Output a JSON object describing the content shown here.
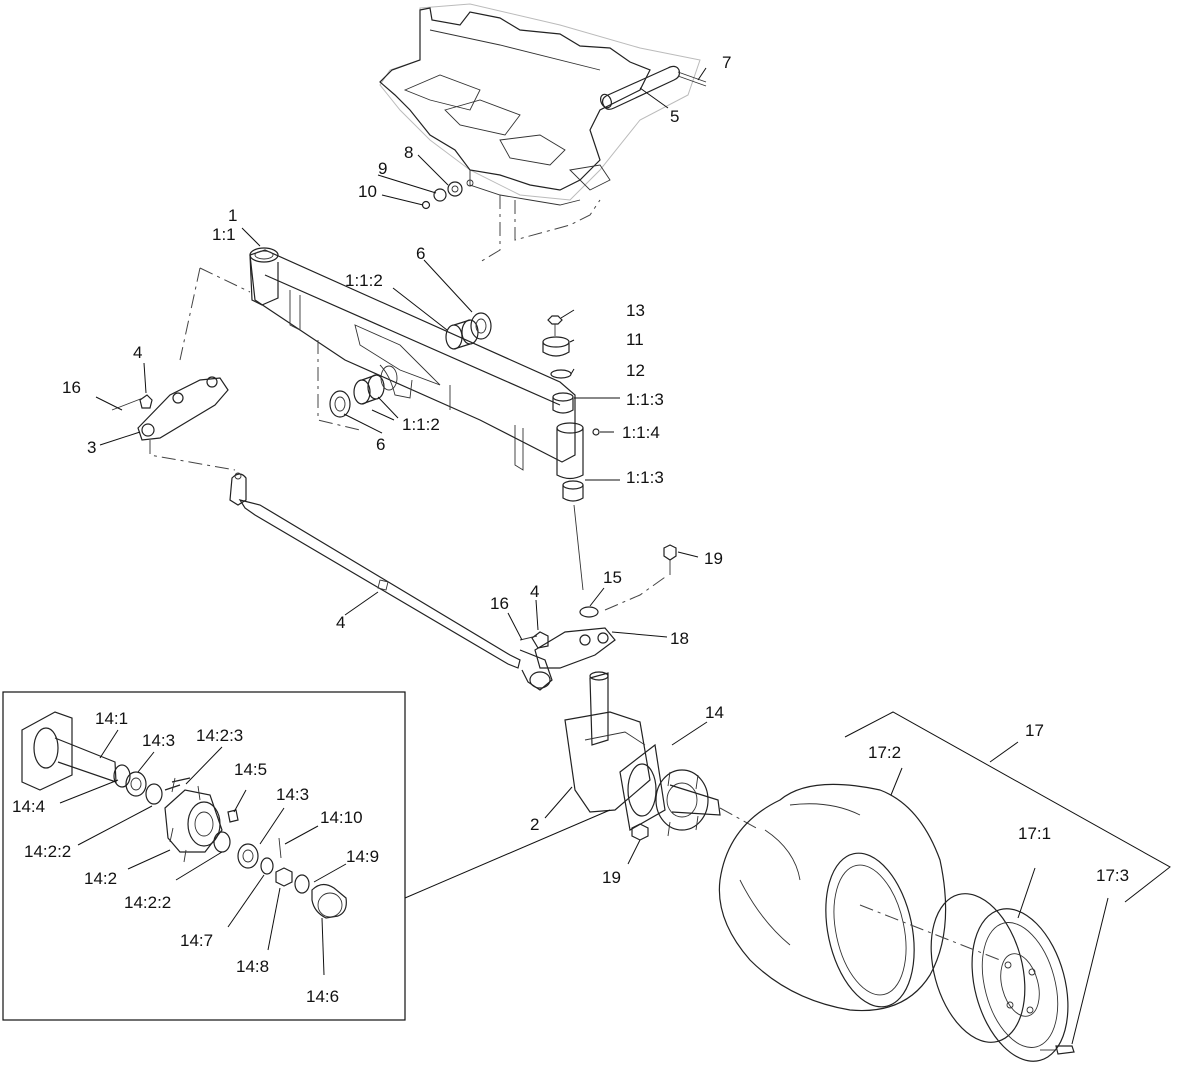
{
  "labels": {
    "l1": "1",
    "l1_1": "1:1",
    "l1_1_2a": "1:1:2",
    "l1_1_2b": "1:1:2",
    "l1_1_3a": "1:1:3",
    "l1_1_3b": "1:1:3",
    "l1_1_4": "1:1:4",
    "l2": "2",
    "l3": "3",
    "l4a": "4",
    "l4b": "4",
    "l4c": "4",
    "l5": "5",
    "l6a": "6",
    "l6b": "6",
    "l7": "7",
    "l8": "8",
    "l9": "9",
    "l10": "10",
    "l11": "11",
    "l12": "12",
    "l13": "13",
    "l14": "14",
    "l15": "15",
    "l16a": "16",
    "l16b": "16",
    "l17": "17",
    "l17_1": "17:1",
    "l17_2": "17:2",
    "l17_3": "17:3",
    "l18": "18",
    "l19a": "19",
    "l19b": "19",
    "l14_1": "14:1",
    "l14_2": "14:2",
    "l14_2_2a": "14:2:2",
    "l14_2_2b": "14:2:2",
    "l14_2_3": "14:2:3",
    "l14_3a": "14:3",
    "l14_3b": "14:3",
    "l14_4": "14:4",
    "l14_5": "14:5",
    "l14_6": "14:6",
    "l14_7": "14:7",
    "l14_8": "14:8",
    "l14_9": "14:9",
    "l14_10": "14:10"
  }
}
